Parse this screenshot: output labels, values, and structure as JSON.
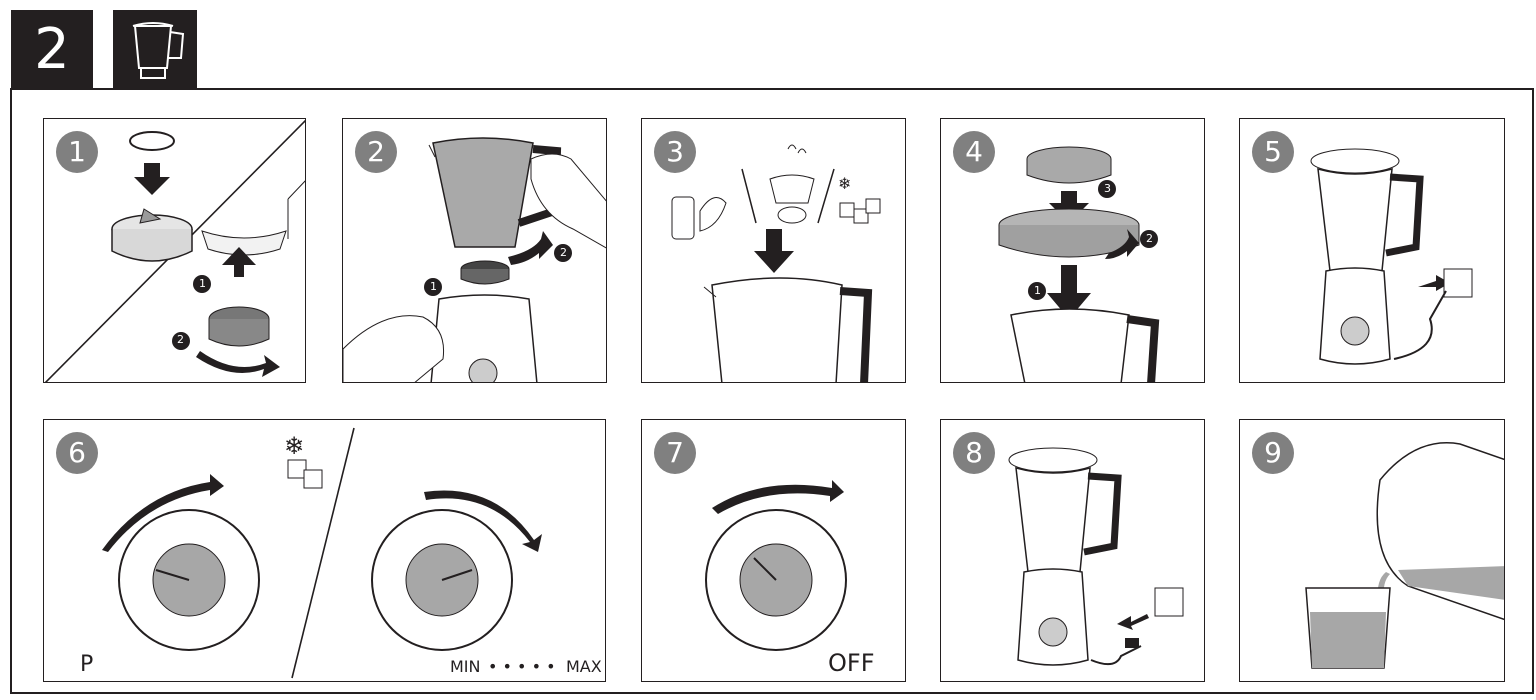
{
  "header": {
    "section_number": "2",
    "section_icon": "blender-jar-icon"
  },
  "steps": [
    {
      "number": "1"
    },
    {
      "number": "2"
    },
    {
      "number": "3"
    },
    {
      "number": "4"
    },
    {
      "number": "5"
    },
    {
      "number": "6"
    },
    {
      "number": "7"
    },
    {
      "number": "8"
    },
    {
      "number": "9"
    }
  ],
  "callouts": {
    "one": "1",
    "two": "2",
    "three": "3"
  },
  "dial": {
    "p": "P",
    "off": "OFF",
    "min": "MIN",
    "max": "MAX"
  },
  "step6": {
    "left_label": "P",
    "right_min": "MIN",
    "right_max": "MAX",
    "right_dots": "• • • • • •"
  },
  "step7": {
    "label": "OFF"
  },
  "colors": {
    "ink": "#231f20",
    "gray": "#808080",
    "light_gray": "#a7a7a7"
  }
}
